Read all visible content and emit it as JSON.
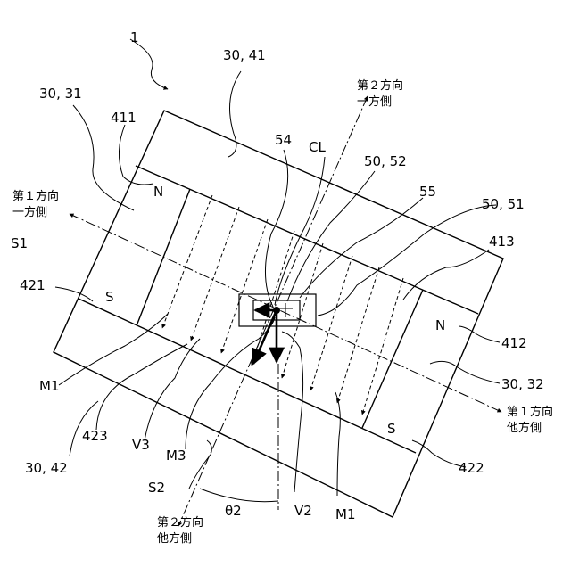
{
  "labels": {
    "fig_ref": "1",
    "m30_41": "30, 41",
    "m30_31": "30, 31",
    "m411": "411",
    "s54": "54",
    "cl": "CL",
    "s50_52": "50, 52",
    "s55": "55",
    "s50_51": "50, 51",
    "m413": "413",
    "m421": "421",
    "m412": "412",
    "m30_32": "30, 32",
    "m1_left": "M1",
    "m423": "423",
    "v3": "V3",
    "m3": "M3",
    "s2": "S2",
    "theta2": "θ2",
    "v2": "V2",
    "m1_right": "M1",
    "m422": "422",
    "m30_42": "30, 42",
    "s1": "S1"
  },
  "directions": {
    "dir1_one_l1": "第１方向",
    "dir1_one_l2": "一方側",
    "dir1_other_l1": "第１方向",
    "dir1_other_l2": "他方側",
    "dir2_one_l1": "第２方向",
    "dir2_one_l2": "一方側",
    "dir2_other_l1": "第２方向",
    "dir2_other_l2": "他方側"
  },
  "poles": {
    "n_top": "N",
    "s_left": "S",
    "n_right": "N",
    "s_bottom": "S"
  }
}
